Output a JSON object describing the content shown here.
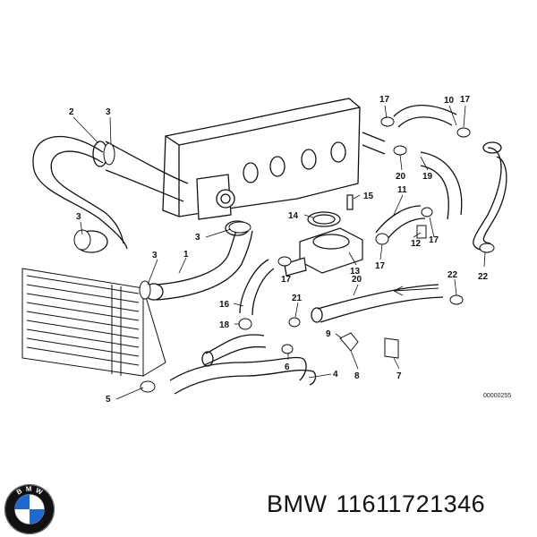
{
  "diagram": {
    "callouts": [
      "1",
      "2",
      "3",
      "3",
      "3",
      "3",
      "4",
      "5",
      "6",
      "7",
      "8",
      "9",
      "10",
      "11",
      "12",
      "13",
      "14",
      "15",
      "16",
      "17",
      "17",
      "17",
      "17",
      "17",
      "18",
      "19",
      "20",
      "20",
      "21",
      "22",
      "22"
    ],
    "reference_code": "00000255"
  },
  "caption": {
    "brand": "BMW",
    "part_number": "11611721346"
  },
  "logo": {
    "letters": [
      "B",
      "M",
      "W"
    ],
    "colors": {
      "ring": "#111111",
      "blue": "#1c69d4",
      "white": "#ffffff"
    }
  }
}
